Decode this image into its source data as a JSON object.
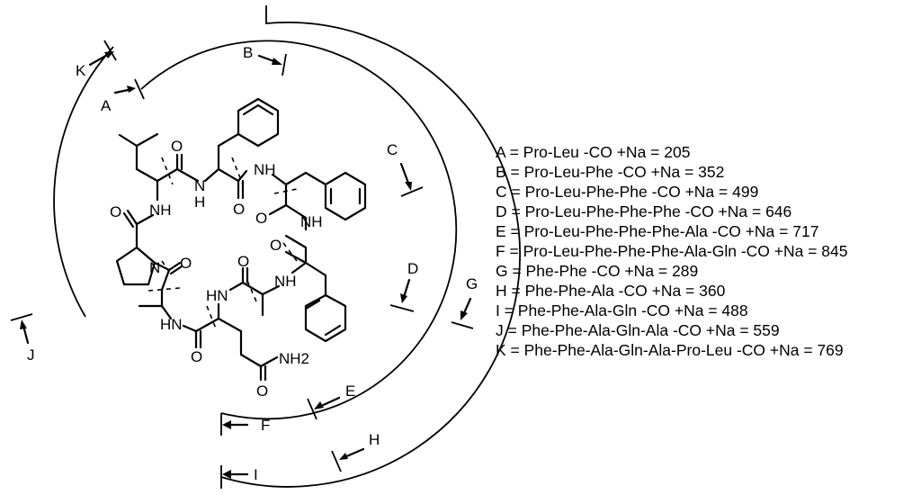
{
  "atoms": {
    "O": "O",
    "NH": "NH",
    "HN": "HN",
    "N": "N",
    "H": "H",
    "NH2": "NH2"
  },
  "fragments": [
    {
      "letter": "A",
      "text": "A = Pro-Leu -CO +Na = 205"
    },
    {
      "letter": "B",
      "text": "B = Pro-Leu-Phe -CO +Na = 352"
    },
    {
      "letter": "C",
      "text": "C = Pro-Leu-Phe-Phe -CO +Na = 499"
    },
    {
      "letter": "D",
      "text": "D = Pro-Leu-Phe-Phe-Phe -CO +Na = 646"
    },
    {
      "letter": "E",
      "text": "E = Pro-Leu-Phe-Phe-Phe-Ala -CO +Na = 717"
    },
    {
      "letter": "F",
      "text": "F = Pro-Leu-Phe-Phe-Phe-Ala-Gln -CO +Na = 845"
    },
    {
      "letter": "G",
      "text": "G = Phe-Phe -CO +Na = 289"
    },
    {
      "letter": "H",
      "text": "H = Phe-Phe-Ala -CO +Na = 360"
    },
    {
      "letter": "I",
      "text": "I  = Phe-Phe-Ala-Gln -CO +Na = 488"
    },
    {
      "letter": "J",
      "text": "J = Phe-Phe-Ala-Gln-Ala -CO +Na = 559"
    },
    {
      "letter": "K",
      "text": "K = Phe-Phe-Ala-Gln-Ala-Pro-Leu -CO +Na = 769"
    }
  ]
}
